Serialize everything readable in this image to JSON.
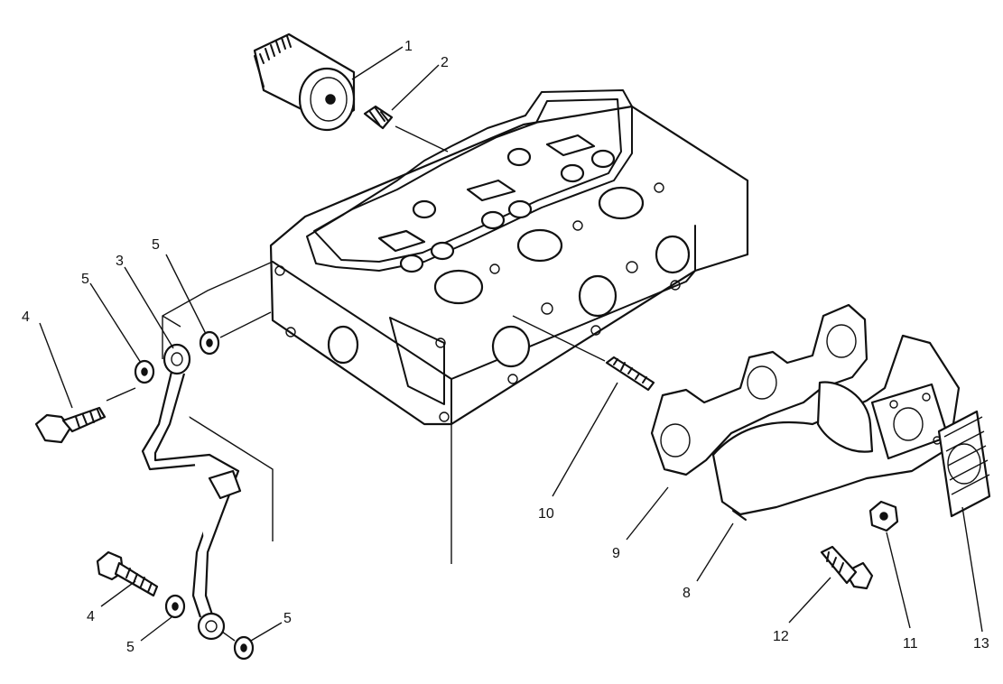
{
  "callouts": {
    "c1": "1",
    "c2": "2",
    "c3": "3",
    "c4a": "4",
    "c4b": "4",
    "c5a": "5",
    "c5b": "5",
    "c5c": "5",
    "c5d": "5",
    "c8": "8",
    "c9": "9",
    "c10": "10",
    "c11": "11",
    "c12": "12",
    "c13": "13"
  }
}
